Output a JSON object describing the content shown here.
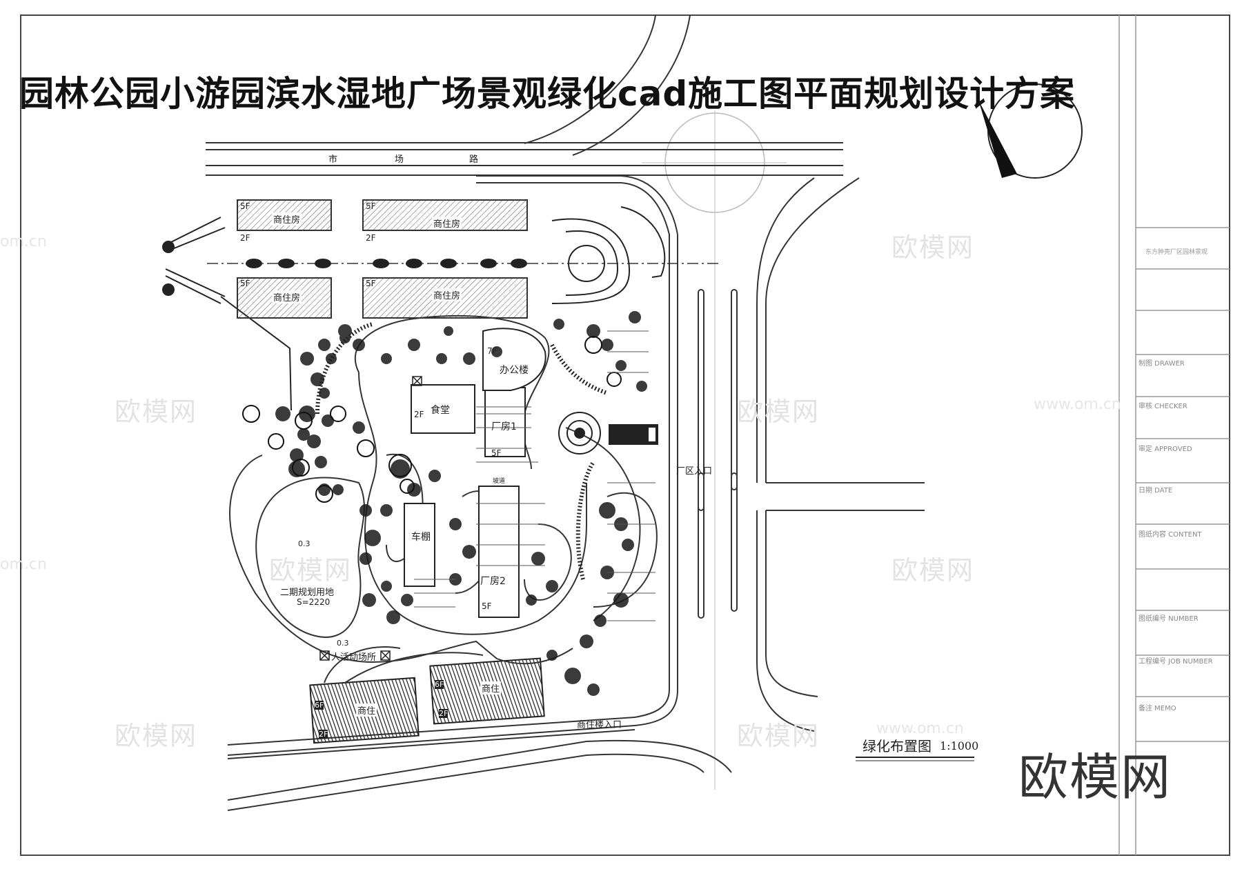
{
  "title": "园林公园小游园滨水湿地广场景观绿化cad施工图平面规划设计方案",
  "drawing_title": "绿化布置图",
  "scale": "1:1000",
  "brand_logo": "欧模网",
  "watermark": {
    "text": "欧模网",
    "url": "www.om.cn",
    "partial_url": "om.cn"
  },
  "project_name": "东方肿壳厂区园林景观",
  "title_block": [
    "制图 DRAWER",
    "审核 CHECKER",
    "审定 APPROVED",
    "日期 DATE",
    "图纸内容 CONTENT",
    "图纸编号 NUMBER",
    "工程编号 JOB NUMBER",
    "备注 MEMO"
  ],
  "roads": {
    "market_road": [
      "市",
      "场",
      "路"
    ]
  },
  "buildings": {
    "residential": "商住房",
    "floor_5f": "5F",
    "floor_2f": "2F",
    "floor_6f": "6F",
    "office": "办公楼",
    "office_floors": "7F",
    "canteen": "食堂",
    "canteen_floors": "2F",
    "factory1": "厂房1",
    "factory2": "厂房2",
    "carport": "车棚",
    "shop": "商住",
    "shop2": "商住"
  },
  "areas": {
    "phase2": "二期规划用地",
    "phase2_area": "S=2220",
    "activity": "人活动场所",
    "elev": "0.3"
  },
  "entrances": {
    "factory": "厂区入口",
    "shop": "商住楼入口"
  },
  "misc": {
    "ramp": "坡道"
  }
}
